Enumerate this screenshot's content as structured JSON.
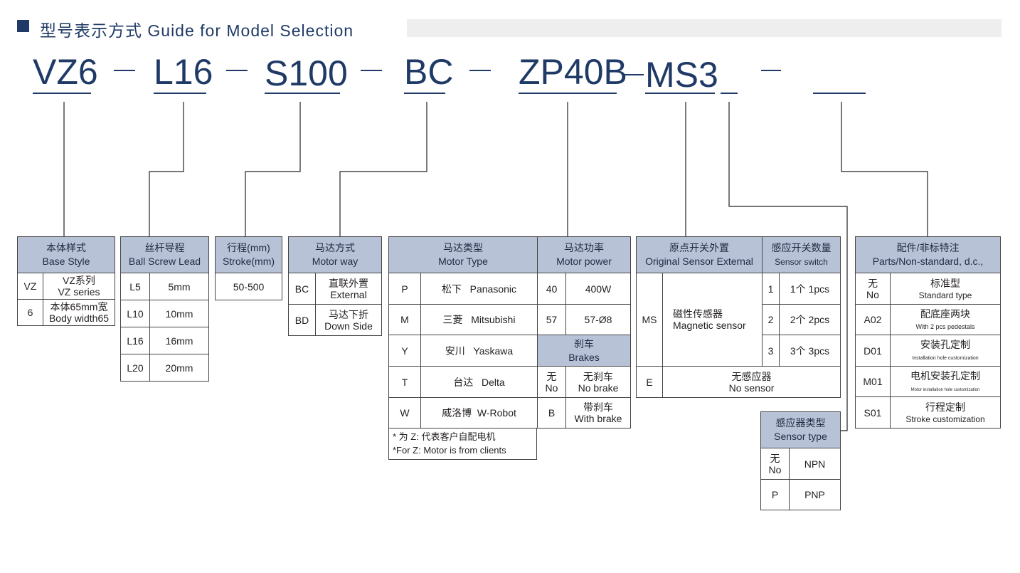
{
  "header": {
    "title": "型号表示方式  Guide for Model Selection"
  },
  "code": {
    "segments": [
      "VZ6",
      "L16",
      "S100",
      "BC",
      "ZP40B",
      "MS3"
    ],
    "separator": "—"
  },
  "base_style": {
    "title_cn": "本体样式",
    "title_en": "Base Style",
    "rows": [
      {
        "code": "VZ",
        "cn": "VZ系列",
        "en": "VZ series"
      },
      {
        "code": "6",
        "cn": "本体65mm宽",
        "en": "Body width65"
      }
    ]
  },
  "lead": {
    "title_cn": "丝杆导程",
    "title_en": "Ball Screw Lead",
    "rows": [
      {
        "code": "L5",
        "val": "5mm"
      },
      {
        "code": "L10",
        "val": "10mm"
      },
      {
        "code": "L16",
        "val": "16mm"
      },
      {
        "code": "L20",
        "val": "20mm"
      }
    ]
  },
  "stroke": {
    "title_cn": "行程(mm)",
    "title_en": "Stroke(mm)",
    "value": "50-500"
  },
  "motor_way": {
    "title_cn": "马达方式",
    "title_en": "Motor way",
    "rows": [
      {
        "code": "BC",
        "cn": "直联外置",
        "en": "External"
      },
      {
        "code": "BD",
        "cn": "马达下折",
        "en": "Down Side"
      }
    ]
  },
  "motor_type": {
    "title_cn": "马达类型",
    "title_en": "Motor Type",
    "rows": [
      {
        "code": "P",
        "cn": "松下",
        "en": "Panasonic"
      },
      {
        "code": "M",
        "cn": "三菱",
        "en": "Mitsubishi"
      },
      {
        "code": "Y",
        "cn": "安川",
        "en": "Yaskawa"
      },
      {
        "code": "T",
        "cn": "台达",
        "en": "Delta"
      },
      {
        "code": "W",
        "cn": "威洛博",
        "en": "W-Robot"
      }
    ],
    "note_cn": "* 为 Z: 代表客户自配电机",
    "note_en": "*For Z: Motor is from clients"
  },
  "motor_power": {
    "title_cn": "马达功率",
    "title_en": "Motor power",
    "rows": [
      {
        "code": "40",
        "val": "400W"
      },
      {
        "code": "57",
        "val": "57-Ø8"
      }
    ]
  },
  "brakes": {
    "title_cn": "刹车",
    "title_en": "Brakes",
    "rows": [
      {
        "code_cn": "无",
        "code_en": "No",
        "cn": "无刹车",
        "en": "No brake"
      },
      {
        "code": "B",
        "cn": "带刹车",
        "en": "With brake"
      }
    ]
  },
  "origin_sensor": {
    "title_cn": "原点开关外置",
    "title_en": "Original Sensor External",
    "rows": [
      {
        "code": "MS",
        "cn": "磁性传感器",
        "en": "Magnetic sensor"
      },
      {
        "code": "E",
        "cn": "无感应器",
        "en": "No sensor"
      }
    ]
  },
  "sensor_switch": {
    "title_cn": "感应开关数量",
    "title_en": "Sensor switch",
    "rows": [
      {
        "code": "1",
        "val": "1个  1pcs"
      },
      {
        "code": "2",
        "val": "2个  2pcs"
      },
      {
        "code": "3",
        "val": "3个  3pcs"
      }
    ]
  },
  "sensor_type": {
    "title_cn": "感应器类型",
    "title_en": "Sensor type",
    "rows": [
      {
        "code_cn": "无",
        "code_en": "No",
        "val": "NPN"
      },
      {
        "code": "P",
        "val": "PNP"
      }
    ]
  },
  "parts": {
    "title_cn": "配件/非标特注",
    "title_en": "Parts/Non-standard, d.c.,",
    "rows": [
      {
        "code_cn": "无",
        "code_en": "No",
        "cn": "标准型",
        "en": "Standard type"
      },
      {
        "code": "A02",
        "cn": "配底座两块",
        "en": "With 2 pcs pedestals"
      },
      {
        "code": "D01",
        "cn": "安装孔定制",
        "en": "Installation hole customization"
      },
      {
        "code": "M01",
        "cn": "电机安装孔定制",
        "en": "Motor installation hole customization"
      },
      {
        "code": "S01",
        "cn": "行程定制",
        "en": "Stroke customization"
      }
    ]
  },
  "colors": {
    "accent": "#1f3a66",
    "header_fill": "#b7c2d6"
  }
}
